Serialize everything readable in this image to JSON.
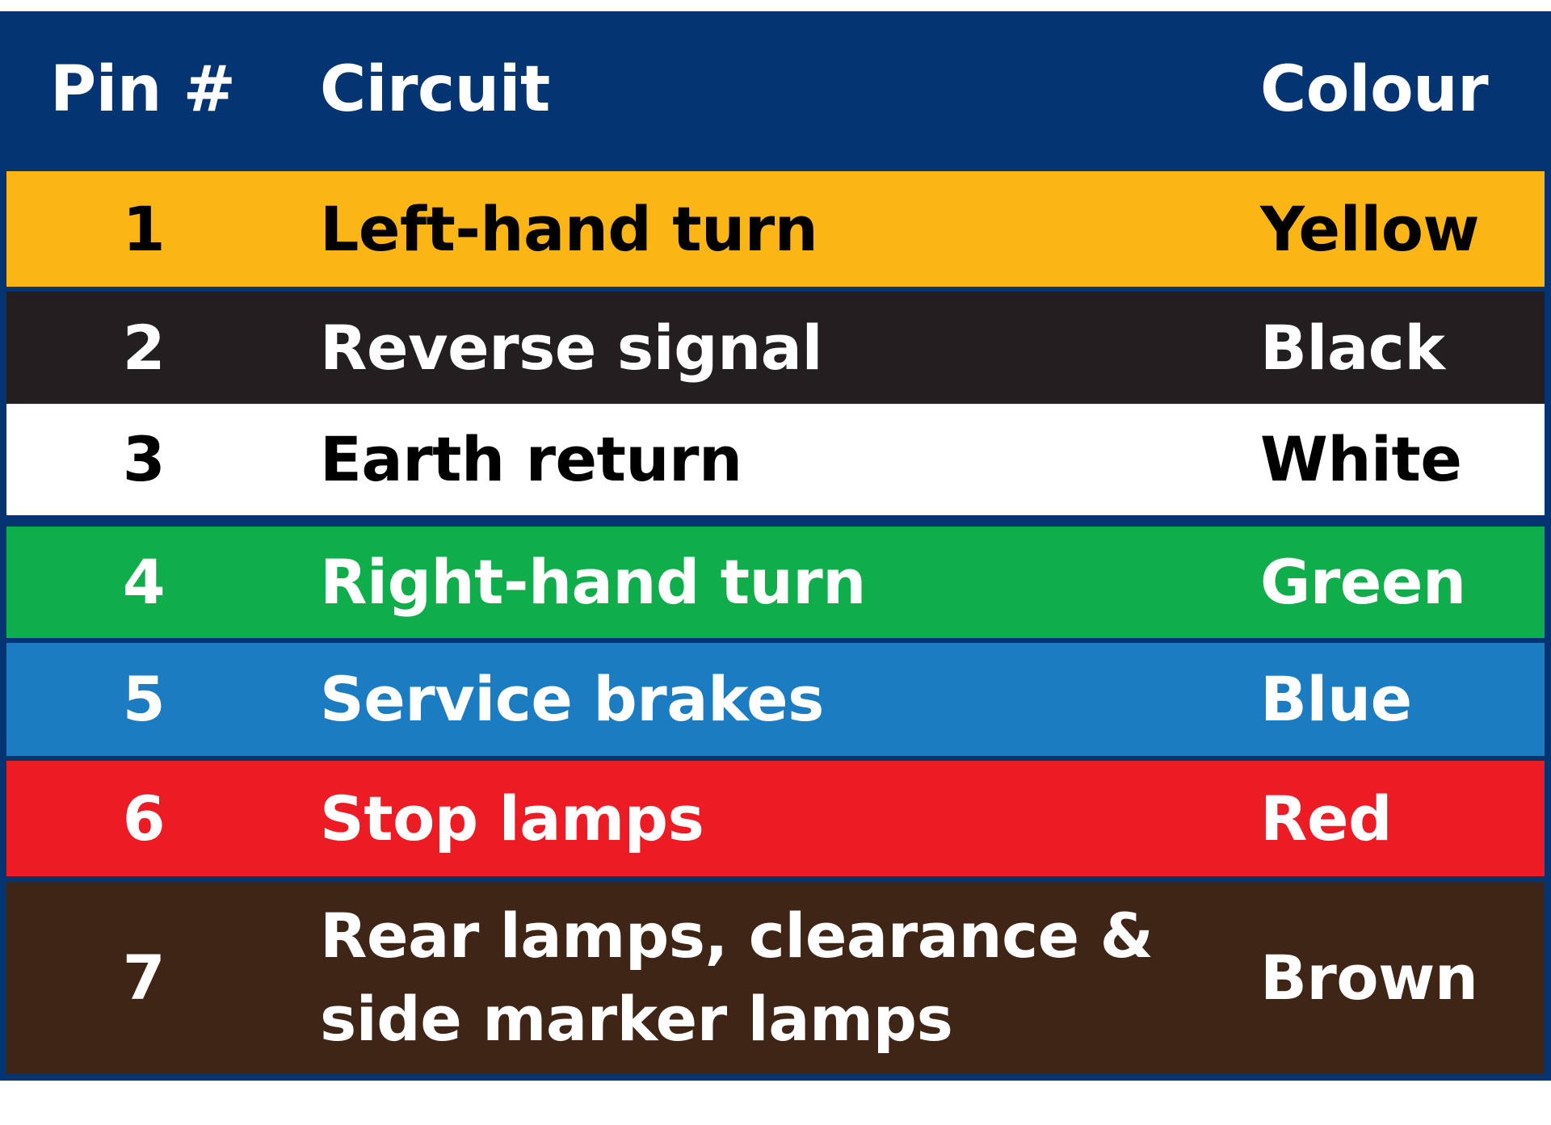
{
  "header": {
    "pin": "Pin #",
    "circuit": "Circuit",
    "colour": "Colour",
    "bg": "#043472",
    "fg": "#ffffff"
  },
  "rows": [
    {
      "pin": "1",
      "circuit": "Left-hand turn",
      "colour": "Yellow",
      "bg": "#fbb616",
      "fg": "#000000"
    },
    {
      "pin": "2",
      "circuit": "Reverse signal",
      "colour": "Black",
      "bg": "#231f20",
      "fg": "#ffffff"
    },
    {
      "pin": "3",
      "circuit": "Earth return",
      "colour": "White",
      "bg": "#ffffff",
      "fg": "#000000"
    },
    {
      "pin": "4",
      "circuit": "Right-hand turn",
      "colour": "Green",
      "bg": "#0fae4b",
      "fg": "#ffffff"
    },
    {
      "pin": "5",
      "circuit": "Service brakes",
      "colour": "Blue",
      "bg": "#1b7cc1",
      "fg": "#ffffff"
    },
    {
      "pin": "6",
      "circuit": "Stop lamps",
      "colour": "Red",
      "bg": "#ed1c24",
      "fg": "#ffffff"
    },
    {
      "pin": "7",
      "circuit": "Rear lamps, clearance & side marker lamps",
      "colour": "Brown",
      "bg": "#3e2515",
      "fg": "#ffffff"
    }
  ]
}
